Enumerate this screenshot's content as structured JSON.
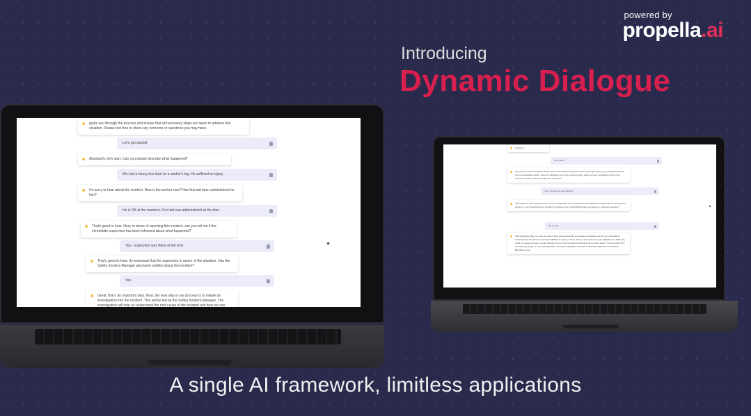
{
  "brand": {
    "powered_by": "powered by",
    "name": "propella",
    "suffix": ".ai"
  },
  "intro": "Introducing",
  "headline": "Dynamic Dialogue",
  "tagline": "A single AI framework, limitless applications",
  "colors": {
    "background": "#2a2a4d",
    "accent": "#d8204f",
    "user_bubble": "#ebebfa",
    "bot_dot": "#f3c04a"
  },
  "left_chat": [
    {
      "role": "bot",
      "text": "guide you through the process and ensure that all necessary steps are taken to address this situation. Please feel free to share any concerns or questions you may have."
    },
    {
      "role": "user",
      "text": "Let's get started"
    },
    {
      "role": "bot",
      "text": "Absolutely, let's start. Can you please describe what happened?"
    },
    {
      "role": "user",
      "text": "We had a heavy box land on a worker's leg. He suffered an injury."
    },
    {
      "role": "bot",
      "text": "I'm sorry to hear about the incident. How is the worker now? Has first aid been administered to him?"
    },
    {
      "role": "user",
      "text": "He is OK at the moment. First aid was administered at the time"
    },
    {
      "role": "bot",
      "text": "That's good to hear. Now, in terms of reporting this incident, can you tell me if the immediate supervisor has been informed about what happened?"
    },
    {
      "role": "user",
      "text": "Yes - supervisor was there at the time"
    },
    {
      "role": "bot",
      "text": "That's good to hear. It's important that the supervisor is aware of the situation. Has the Safety Incident Manager also been notified about this incident?"
    },
    {
      "role": "user",
      "text": "Yes"
    },
    {
      "role": "bot",
      "text": "Great, that's an important step. Now, the next step in our process is to initiate an investigation into the incident. This will be led by the Safety Incident Manager. The investigation will help us understand the root cause of the incident and how we can prevent similar incidents in the future. Are you familiar with this process?"
    }
  ],
  "right_chat": [
    {
      "role": "bot",
      "text": "program?"
    },
    {
      "role": "user",
      "text": "Two years"
    },
    {
      "role": "bot",
      "text": "Thank you for that information. Being a part of the Section 8 program for two years gives you a good understanding of how rent assistance works. Now let's talk about your future housing plans. Have you ever considered moving from renting to owning a home through HCV programs?"
    },
    {
      "role": "user",
      "text": "Yes, I am keen to learn about it"
    },
    {
      "role": "bot",
      "text": "That's great to hear! Owning a home can be a significant step towards financial stability and independence. Have you or anyone in your household been enrolled in programs such as financial literacy counseling or education sessions?"
    },
    {
      "role": "user",
      "text": "No, not yet"
    },
    {
      "role": "bot",
      "text": "That's perfectly okay. It's never too late to start. Homeownership counseling or education can be very beneficial in understanding the process and responsibilities of owning a home. Now, to help determine your eligibility for a FHR loan, could you please provide a rough estimate of your current annual household income before taxes? You can select from the following ranges: a. Less than $20,000 b. $20,000 to $39,999 c. $40,000 to $59,999 d. $60,000 to $79,999 e. $80,000 or more"
    }
  ]
}
